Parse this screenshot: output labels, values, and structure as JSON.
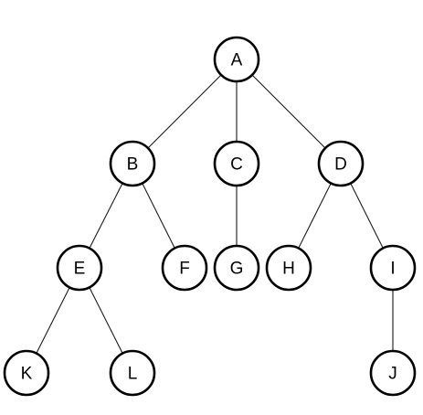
{
  "tree": {
    "nodes": [
      {
        "id": "A",
        "label": "A",
        "children": [
          "B",
          "C",
          "D"
        ]
      },
      {
        "id": "B",
        "label": "B",
        "children": [
          "E",
          "F"
        ]
      },
      {
        "id": "C",
        "label": "C",
        "children": [
          "G"
        ]
      },
      {
        "id": "D",
        "label": "D",
        "children": [
          "H",
          "I"
        ]
      },
      {
        "id": "E",
        "label": "E",
        "children": [
          "K",
          "L"
        ]
      },
      {
        "id": "F",
        "label": "F",
        "children": []
      },
      {
        "id": "G",
        "label": "G",
        "children": []
      },
      {
        "id": "H",
        "label": "H",
        "children": []
      },
      {
        "id": "I",
        "label": "I",
        "children": [
          "J"
        ]
      },
      {
        "id": "K",
        "label": "K",
        "children": []
      },
      {
        "id": "L",
        "label": "L",
        "children": []
      },
      {
        "id": "J",
        "label": "J",
        "children": []
      }
    ]
  },
  "colors": {
    "background": "#ffffff",
    "node_stroke": "#000000",
    "edge": "#1a1a1a"
  }
}
